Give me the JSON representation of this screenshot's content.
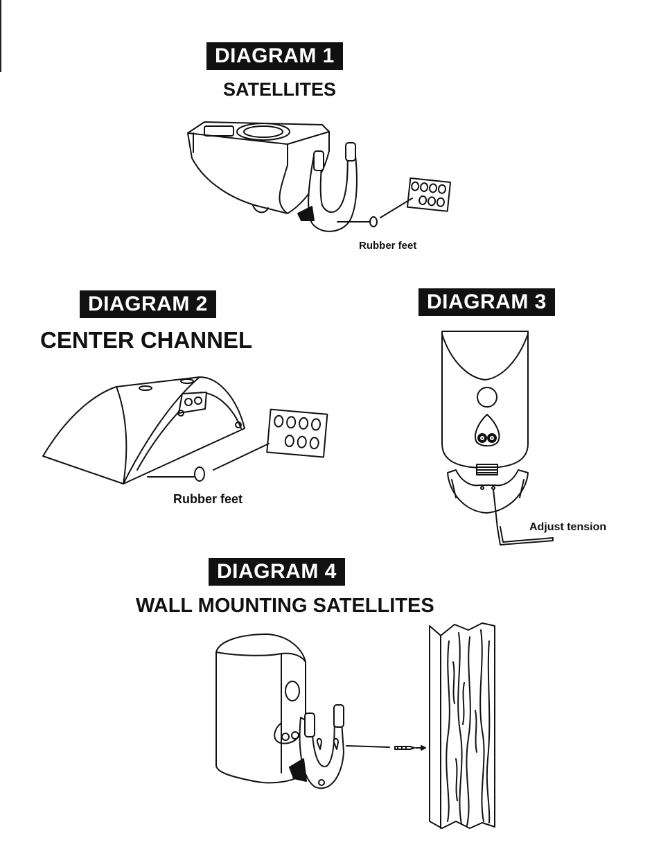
{
  "diagram1": {
    "badge": "DIAGRAM 1",
    "title": "SATELLITES",
    "label": "Rubber feet"
  },
  "diagram2": {
    "badge": "DIAGRAM 2",
    "title": "CENTER CHANNEL",
    "label": "Rubber feet"
  },
  "diagram3": {
    "badge": "DIAGRAM 3",
    "label": "Adjust tension"
  },
  "diagram4": {
    "badge": "DIAGRAM 4",
    "title": "WALL MOUNTING SATELLITES"
  },
  "colors": {
    "ink": "#111111",
    "paper": "#ffffff"
  }
}
